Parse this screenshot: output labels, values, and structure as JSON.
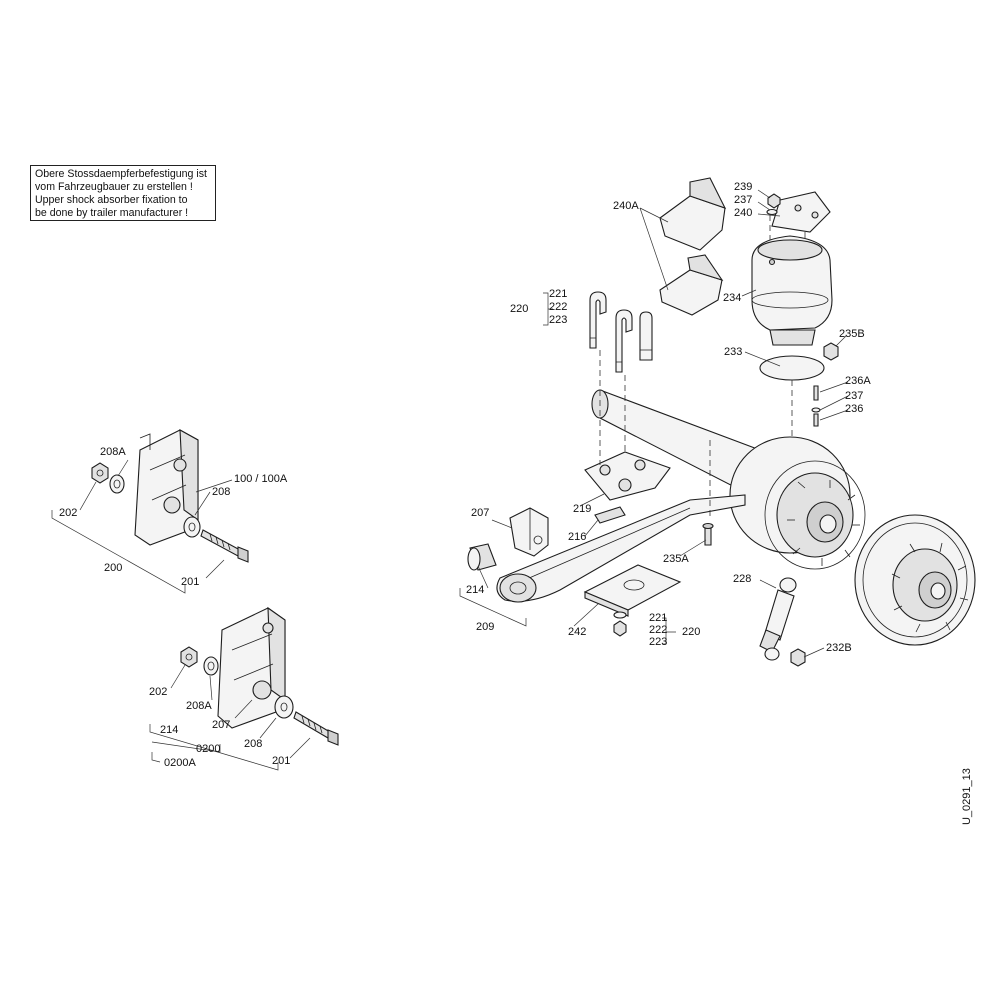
{
  "note": {
    "lines": [
      "Obere Stossdaempferbefestigung ist",
      "vom Fahrzeugbauer zu erstellen !",
      "Upper shock absorber fixation to",
      "be done by trailer manufacturer !"
    ]
  },
  "doc_id": "U_0291_13",
  "bracket_a": {
    "label_208A": "208A",
    "label_202": "202",
    "label_100": "100 / 100A",
    "label_208": "208",
    "label_200": "200",
    "label_201": "201"
  },
  "bracket_b": {
    "label_202": "202",
    "label_208A": "208A",
    "label_207": "207",
    "label_208": "208",
    "label_214": "214",
    "label_0200": "0200",
    "label_0200A": "0200A",
    "label_201": "201"
  },
  "axle": {
    "label_239": "239",
    "label_237_top": "237",
    "label_240": "240",
    "label_240A": "240A",
    "label_234": "234",
    "label_220_top": "220",
    "label_221_top": "221",
    "label_222_top": "222",
    "label_223_top": "223",
    "label_235B": "235B",
    "label_233": "233",
    "label_236A": "236A",
    "label_237_mid": "237",
    "label_236": "236",
    "label_207": "207",
    "label_219": "219",
    "label_216": "216",
    "label_235A": "235A",
    "label_214": "214",
    "label_209": "209",
    "label_228": "228",
    "label_242": "242",
    "label_221_bot": "221",
    "label_222_bot": "222",
    "label_223_bot": "223",
    "label_220_bot": "220",
    "label_232B": "232B"
  }
}
